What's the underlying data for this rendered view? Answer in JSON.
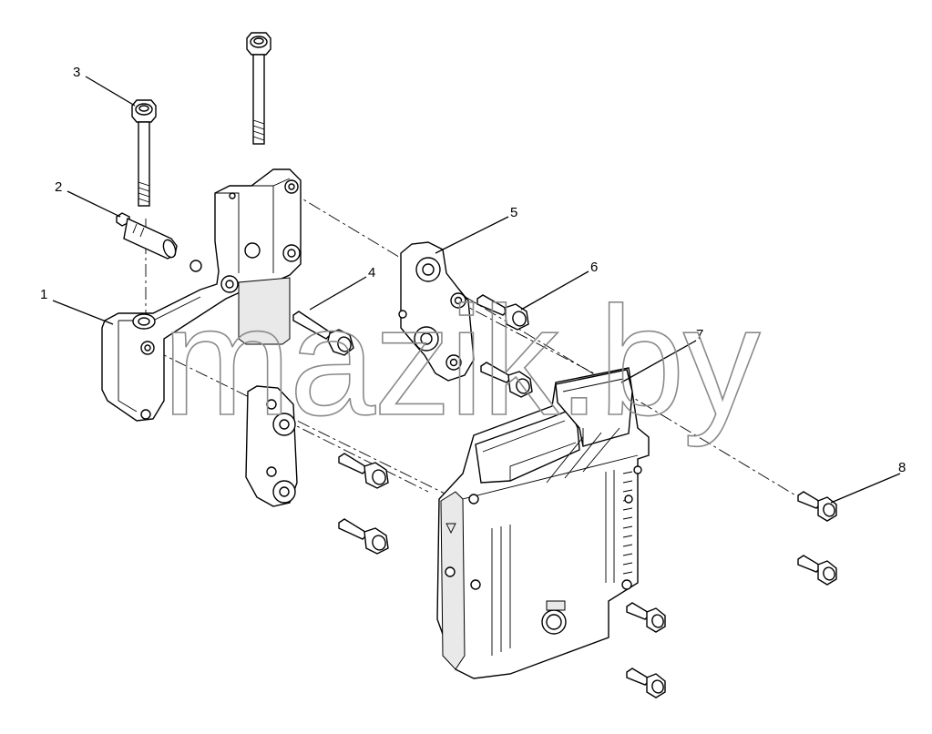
{
  "watermark": "mazik.by",
  "callouts": [
    {
      "id": "1",
      "label": "1"
    },
    {
      "id": "2",
      "label": "2"
    },
    {
      "id": "3",
      "label": "3"
    },
    {
      "id": "4",
      "label": "4"
    },
    {
      "id": "5",
      "label": "5"
    },
    {
      "id": "6",
      "label": "6"
    },
    {
      "id": "7",
      "label": "7"
    },
    {
      "id": "8",
      "label": "8"
    }
  ],
  "colors": {
    "ink": "#000000",
    "watermark": "#8a8a8a",
    "background": "#ffffff"
  }
}
